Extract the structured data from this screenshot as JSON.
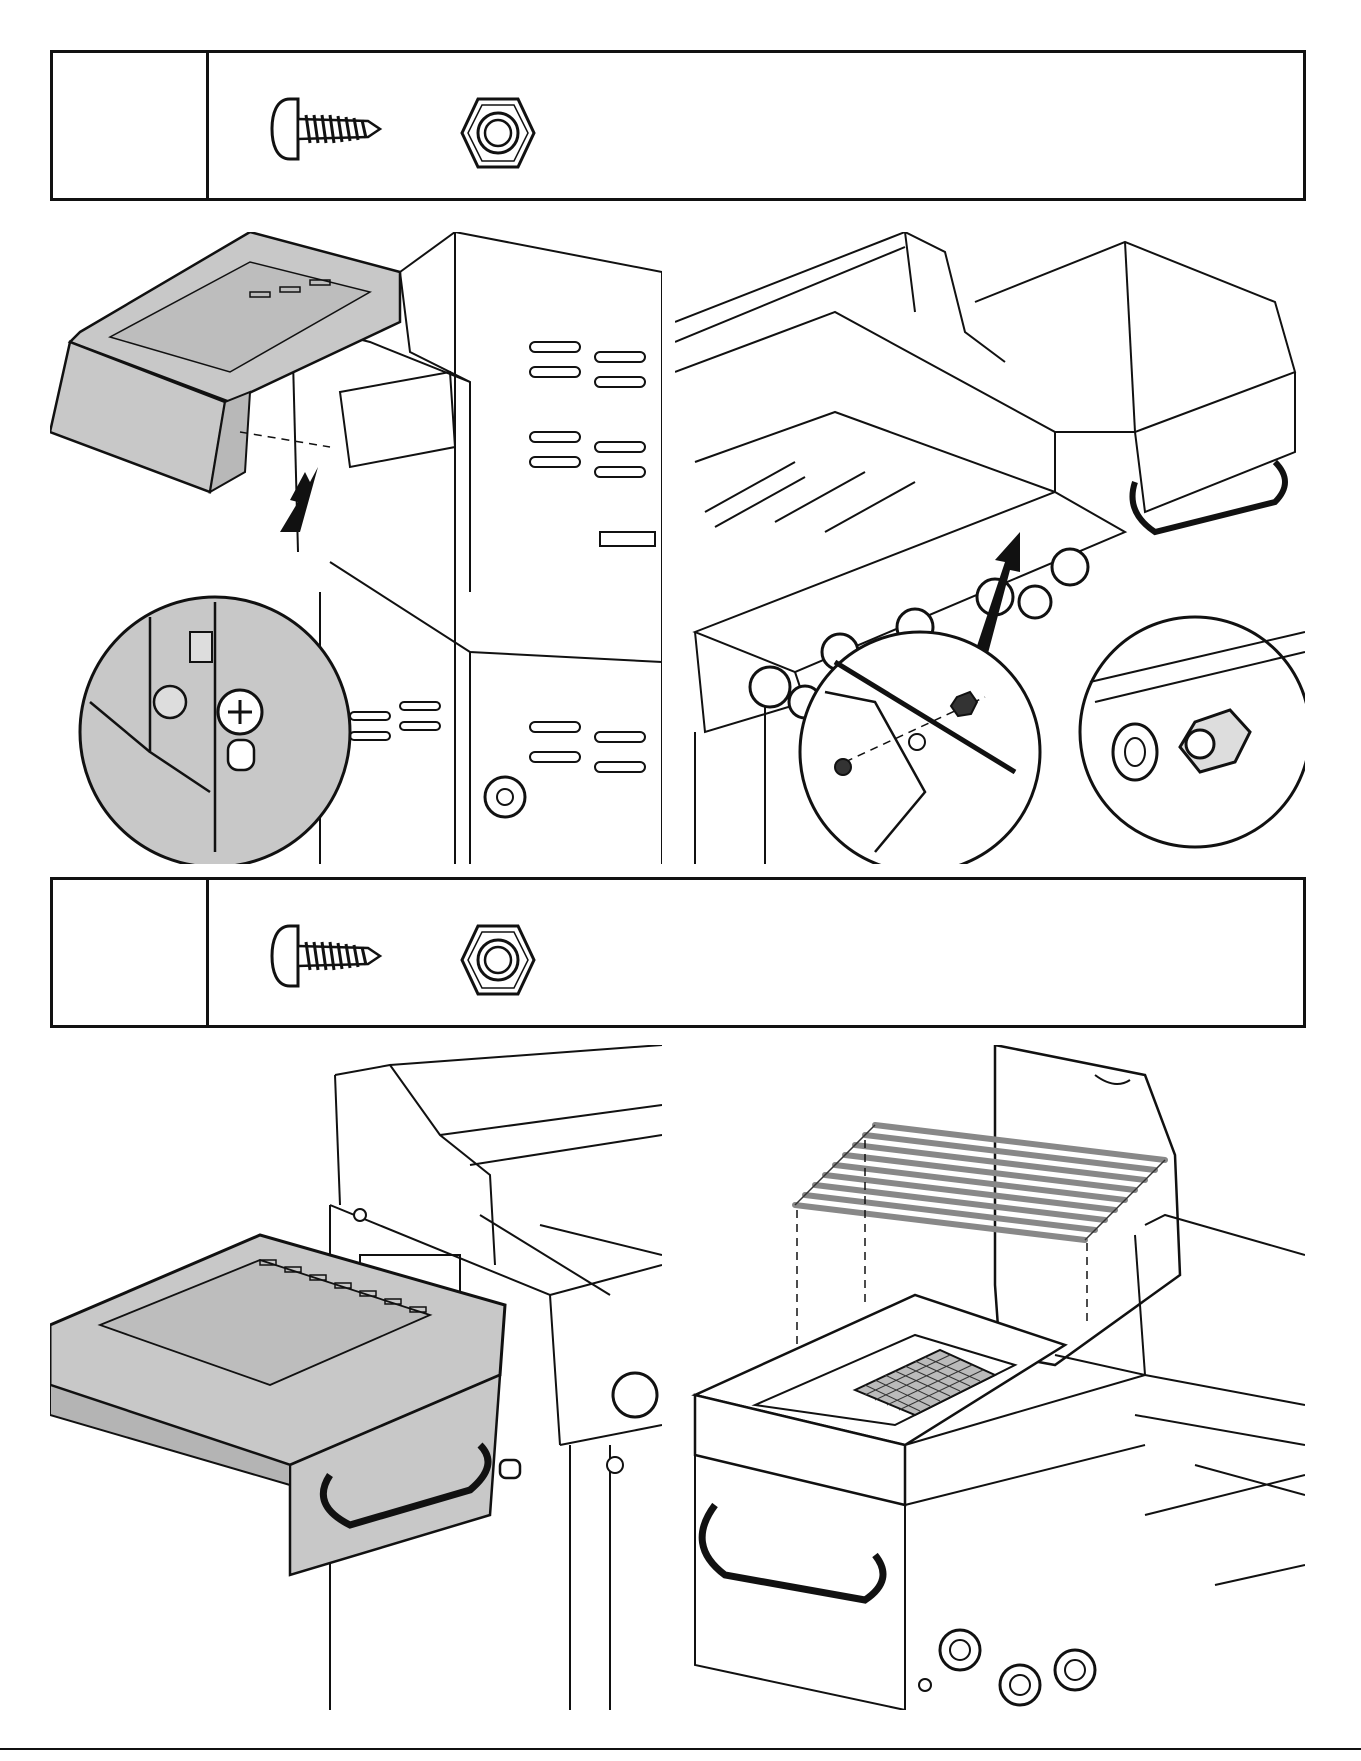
{
  "page": {
    "background": "#ffffff",
    "ink": "#111111",
    "part_fill": "#c8c8c8"
  },
  "steps": [
    {
      "hardware": [
        {
          "icon": "screw-icon"
        },
        {
          "icon": "hex-nut-icon"
        }
      ]
    },
    {
      "hardware": [
        {
          "icon": "screw-icon"
        },
        {
          "icon": "hex-nut-icon"
        }
      ]
    }
  ],
  "illustrations": [
    {
      "icon": "side-shelf-attach-illustration"
    },
    {
      "icon": "control-panel-fastener-illustration"
    },
    {
      "icon": "installed-side-shelf-illustration"
    },
    {
      "icon": "side-burner-grate-illustration"
    }
  ]
}
